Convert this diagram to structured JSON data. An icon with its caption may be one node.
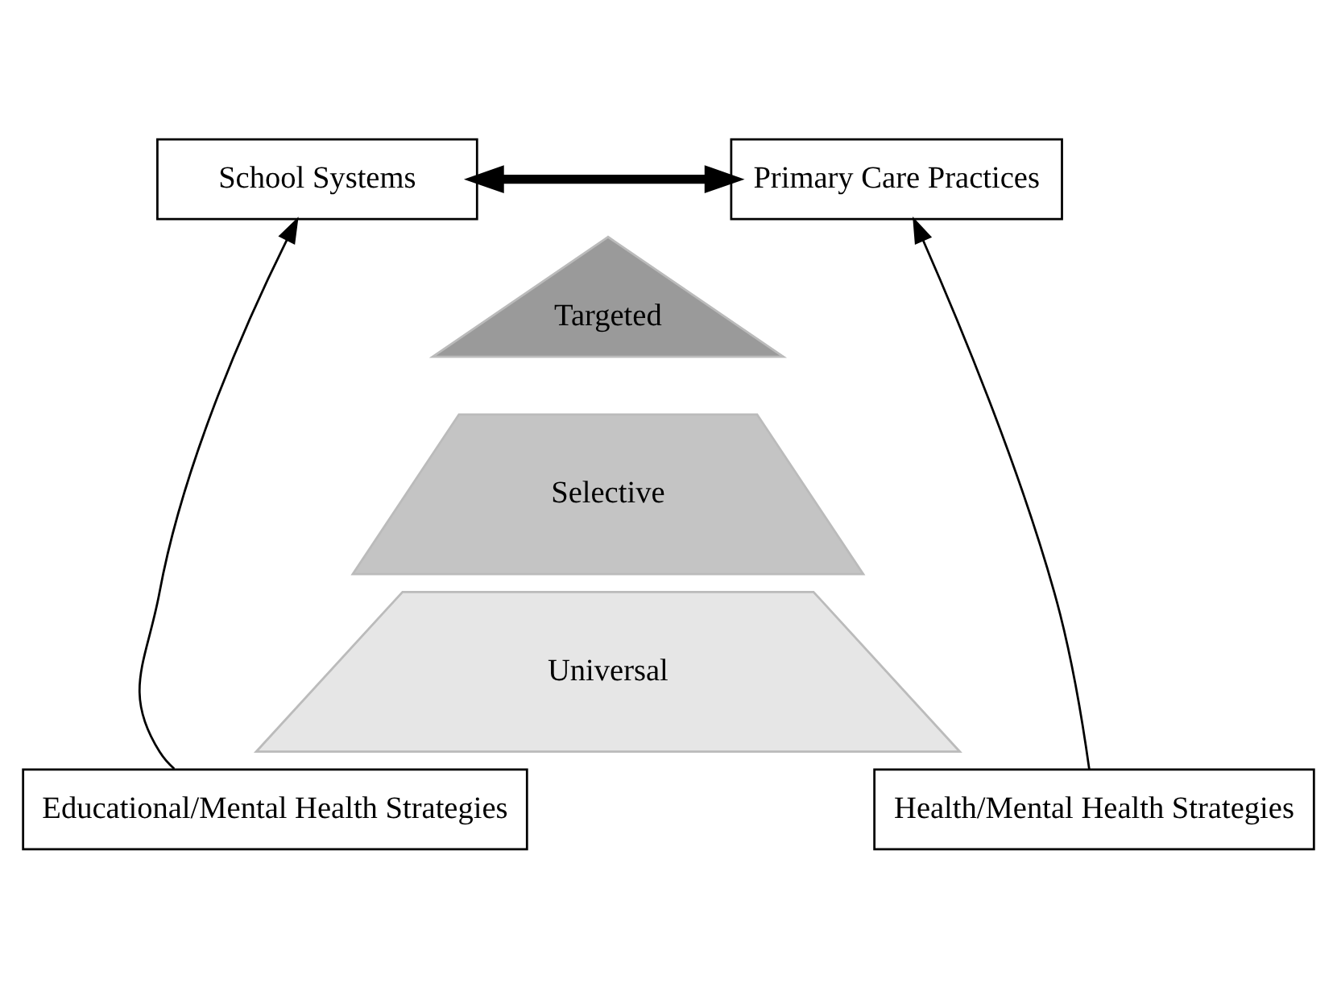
{
  "diagram": {
    "nodes": [
      {
        "text": [
          "Primary Care Practices"
        ]
      },
      {
        "text": [
          "School Systems"
        ]
      },
      {
        "text": [
          "Targeted"
        ]
      },
      {
        "text": [
          "Selective"
        ]
      },
      {
        "text": [
          "Universal"
        ]
      },
      {
        "text": [
          "Health/Mental Health Strategies"
        ]
      },
      {
        "text": [
          "Educational/Mental Health Strategies"
        ]
      }
    ],
    "edges": [
      {
        "from": 0,
        "to": 1,
        "arrow": "both",
        "style": "thick"
      },
      {
        "from": 5,
        "to": 0,
        "arrow": "to"
      },
      {
        "from": 6,
        "to": 1,
        "arrow": "to"
      }
    ]
  }
}
